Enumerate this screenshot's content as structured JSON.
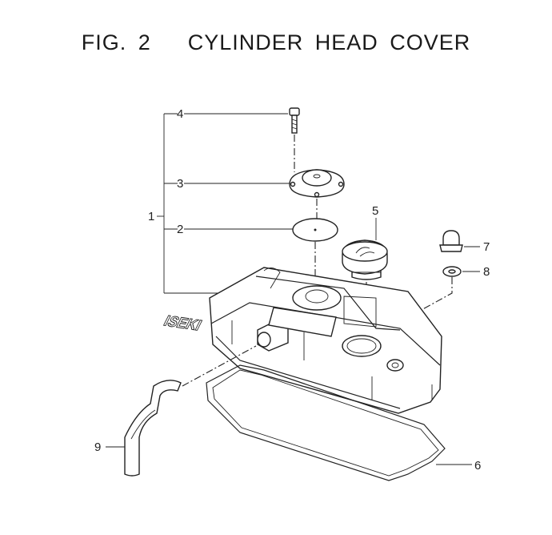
{
  "title": {
    "fig": "FIG. 2",
    "name": "CYLINDER HEAD COVER"
  },
  "cover_logo": "ISEKI",
  "callouts": [
    {
      "id": "1",
      "label": "1"
    },
    {
      "id": "2",
      "label": "2"
    },
    {
      "id": "3",
      "label": "3"
    },
    {
      "id": "4",
      "label": "4"
    },
    {
      "id": "5",
      "label": "5"
    },
    {
      "id": "6",
      "label": "6"
    },
    {
      "id": "7",
      "label": "7"
    },
    {
      "id": "8",
      "label": "8"
    },
    {
      "id": "9",
      "label": "9"
    }
  ]
}
